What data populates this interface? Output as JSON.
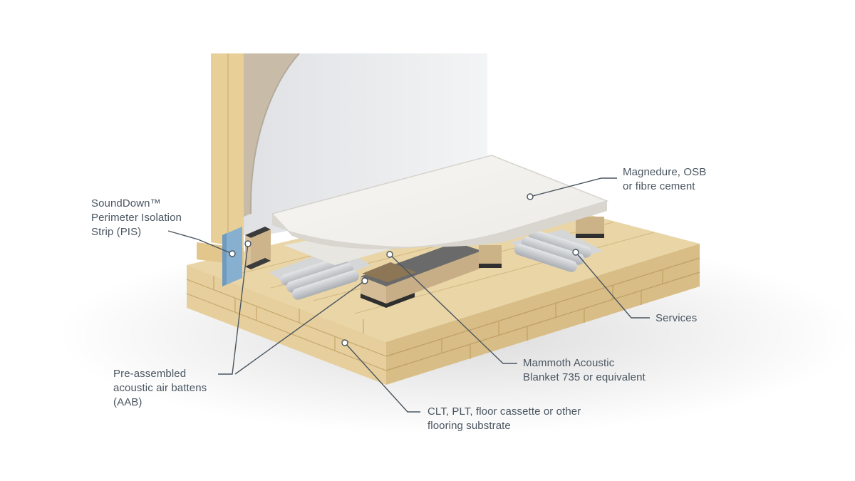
{
  "callouts": {
    "magnedure": {
      "lines": [
        "Magnedure, OSB",
        "or fibre cement"
      ]
    },
    "sounddown": {
      "lines": [
        "SoundDown™",
        "Perimeter Isolation",
        "Strip (PIS)"
      ]
    },
    "services": {
      "lines": [
        "Services"
      ]
    },
    "mammoth": {
      "lines": [
        "Mammoth Acoustic",
        "Blanket 735 or equivalent"
      ]
    },
    "aab": {
      "lines": [
        "Pre-assembled",
        "acoustic air battens",
        "(AAB)"
      ]
    },
    "clt": {
      "lines": [
        "CLT, PLT, floor cassette or other",
        "flooring substrate"
      ]
    }
  },
  "colors": {
    "callout_text": "#4a5560",
    "leader_line": "#4a5560",
    "timber_light": "#efdcb1",
    "timber_mid": "#e2c892",
    "timber_dark": "#c9ac74",
    "board_white": "#f4f2ee",
    "wall_white": "#ecedef",
    "insulation": "#c6beb0",
    "isolation_strip": "#7fa9c9",
    "pipe_grey": "#c4c8cc",
    "batten_pad": "#3c3c3c"
  }
}
